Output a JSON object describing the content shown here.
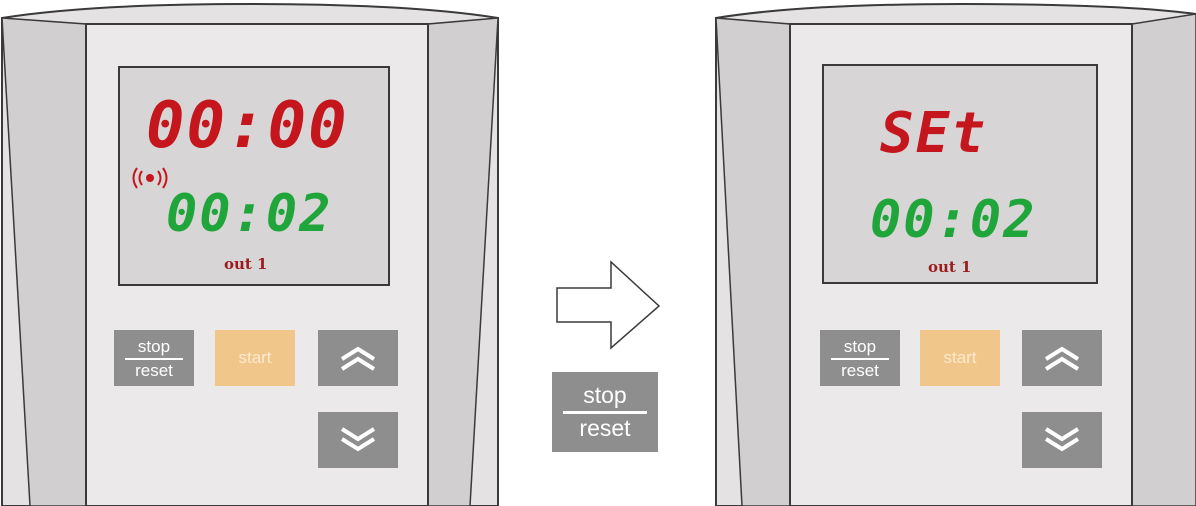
{
  "left_device": {
    "display_main": "00:00",
    "display_sub": "00:02",
    "out_label": "out 1",
    "stop_button": {
      "top": "stop",
      "bottom": "reset"
    },
    "start_button": "start",
    "up_icon": "double-chevron-up-icon",
    "down_icon": "double-chevron-down-icon",
    "alarm_icon": "alarm-signal-icon"
  },
  "right_device": {
    "display_main": "SEt",
    "display_sub": "00:02",
    "out_label": "out 1",
    "stop_button": {
      "top": "stop",
      "bottom": "reset"
    },
    "start_button": "start",
    "up_icon": "double-chevron-up-icon",
    "down_icon": "double-chevron-down-icon"
  },
  "transition": {
    "arrow_icon": "right-arrow-icon",
    "pressed_button": {
      "top": "stop",
      "bottom": "reset"
    }
  },
  "colors": {
    "display_red": "#c4161c",
    "display_green": "#1fa53a",
    "label_red": "#9b1c1c",
    "button_grey": "#8e8e8e",
    "button_orange": "#f1c68a",
    "body_grey": "#e4e2e3",
    "display_bg": "#d8d5d6"
  }
}
